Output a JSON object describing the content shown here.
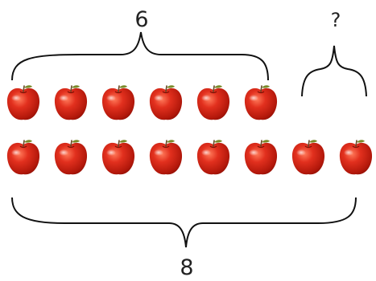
{
  "labels": {
    "top_group": "6",
    "unknown_group": "?",
    "total": "8"
  },
  "rows": {
    "top_row_apple_count": 6,
    "bottom_row_apple_count": 8
  },
  "icons": {
    "apple": "apple-icon",
    "brace": "curly-brace"
  },
  "colors": {
    "apple_red": "#d92a1c",
    "apple_dark": "#a51208",
    "apple_highlight": "#ff8a6a",
    "leaf": "#7a8a2a",
    "stem": "#6b4a2a",
    "brace": "#111111"
  }
}
